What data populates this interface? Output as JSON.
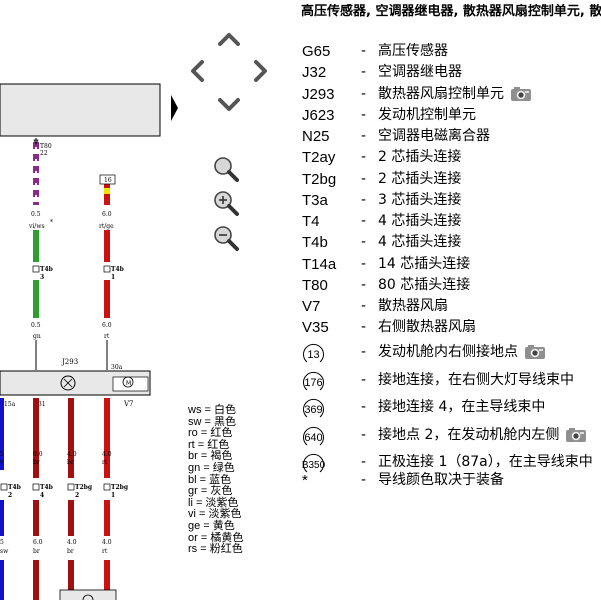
{
  "title": "高压传感器, 空调器继电器, 散热器风扇控制单元, 散热器风扇, 右侧散热器风扇",
  "legend": [
    {
      "code": "G65",
      "dash": "-",
      "desc": "高压传感器",
      "camera": false
    },
    {
      "code": "J32",
      "dash": "-",
      "desc": "空调器继电器",
      "camera": false
    },
    {
      "code": "J293",
      "dash": "-",
      "desc": "散热器风扇控制单元",
      "camera": true
    },
    {
      "code": "J623",
      "dash": "-",
      "desc": "发动机控制单元",
      "camera": false
    },
    {
      "code": "N25",
      "dash": "-",
      "desc": "空调器电磁离合器",
      "camera": false
    },
    {
      "code": "T2ay",
      "dash": "-",
      "desc": "2 芯插头连接",
      "camera": false
    },
    {
      "code": "T2bg",
      "dash": "-",
      "desc": "2 芯插头连接",
      "camera": false
    },
    {
      "code": "T3a",
      "dash": "-",
      "desc": "3 芯插头连接",
      "camera": false
    },
    {
      "code": "T4",
      "dash": "-",
      "desc": "4 芯插头连接",
      "camera": false
    },
    {
      "code": "T4b",
      "dash": "-",
      "desc": "4 芯插头连接",
      "camera": false
    },
    {
      "code": "T14a",
      "dash": "-",
      "desc": "14 芯插头连接",
      "camera": false
    },
    {
      "code": "T80",
      "dash": "-",
      "desc": "80 芯插头连接",
      "camera": false
    },
    {
      "code": "V7",
      "dash": "-",
      "desc": "散热器风扇",
      "camera": false
    },
    {
      "code": "V35",
      "dash": "-",
      "desc": "右侧散热器风扇",
      "camera": false
    }
  ],
  "ground_points": [
    {
      "num": "13",
      "dash": "-",
      "desc": "发动机舱内右侧接地点",
      "camera": true
    },
    {
      "num": "176",
      "dash": "-",
      "desc": "接地连接，在右侧大灯导线束中",
      "camera": false
    },
    {
      "num": "369",
      "dash": "-",
      "desc": "接地连接 4，在主导线束中",
      "camera": false
    },
    {
      "num": "640",
      "dash": "-",
      "desc": "接地点 2，在发动机舱内左侧",
      "camera": true
    },
    {
      "num": "B350",
      "dash": "-",
      "desc": "正极连接 1（87a），在主导线束中",
      "camera": false
    }
  ],
  "footnote": {
    "code": "*",
    "dash": "-",
    "desc": "导线颜色取决于装备"
  },
  "color_codes": [
    "ws = 白色",
    "sw = 黑色",
    "ro = 红色",
    "rt = 红色",
    "br = 褐色",
    "gn = 绿色",
    "bl = 蓝色",
    "gr = 灰色",
    "li = 淡紫色",
    "vi = 淡紫色",
    "ge = 黄色",
    "or = 橘黄色",
    "rs = 粉红色"
  ],
  "wire_labels": {
    "t80_conn": "T80",
    "t80_pin": "22",
    "w1_size": "0.5",
    "w1_color": "vi/ws",
    "w1_star": "*",
    "fuse_num": "16",
    "w2_size": "6.0",
    "w2_color": "rt/ge",
    "t4b_a": "T4b",
    "t4b_a_pin": "3",
    "t4b_b": "T4b",
    "t4b_b_pin": "1",
    "w3_size": "0.5",
    "w3_color": "gn",
    "w4_size": "6.0",
    "w4_color": "rt",
    "j293": "J293",
    "j293_pin": "30a",
    "pin15a": "15a",
    "pin31": "31",
    "v7": "V7",
    "b1_size": "6.0",
    "b1_color": "br",
    "b2_size": "4.0",
    "b2_color": "br",
    "b3_size": "4.0",
    "b3_color": "rt",
    "lb_t4b": "T4b",
    "lb_t4b_pin": "2",
    "lb2_t4b": "T4b",
    "lb2_t4b_pin": "4",
    "lb_t2bg": "T2bg",
    "lb_t2bg_pin": "2",
    "lb2_t2bg": "T2bg",
    "lb2_t2bg_pin": "1",
    "c1_size": "6.0",
    "c1_color": "br",
    "c2_size": "4.0",
    "c2_color": "br",
    "c3_size": "4.0",
    "c3_color": "rt",
    "edge1": "5",
    "edge2": "v",
    "edge3": "5",
    "edge4": "sw"
  },
  "colors": {
    "red": "#cc1111",
    "purple": "#8a2a8a",
    "green": "#2e9e2e",
    "blue": "#1111cc",
    "yellow": "#f2e500",
    "brown": "#a01010",
    "box": "#e8e8e8",
    "black": "#000000"
  }
}
